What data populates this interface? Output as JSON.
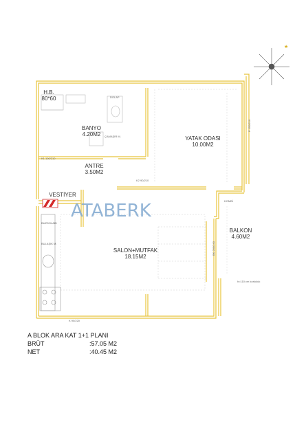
{
  "brand": {
    "logo_text": "ATABERK"
  },
  "rooms": {
    "hb": {
      "name": "H.B.",
      "size": "80*60"
    },
    "banyo": {
      "name": "BANYO",
      "area": "4.20M2"
    },
    "yatak": {
      "name": "YATAK ODASI",
      "area": "10.00M2"
    },
    "antre": {
      "name": "ANTRE",
      "area": "3.50M2"
    },
    "vestiyer": {
      "name": "VESTİYER"
    },
    "salon": {
      "name": "SALON+MUTFAK",
      "area": "18.15M2"
    },
    "balkon": {
      "name": "BALKON",
      "area": "4.60M2"
    }
  },
  "notes": {
    "dolap": "DOLAP",
    "camasir": "ÇAMAŞIR M.",
    "kapi_banyo": "K1 100/210",
    "kapi_yatak": "K2 90/210",
    "pencere_yatak": "P 150/210",
    "kombi": "KOMBİ",
    "buzdolabi": "BUZDOLABI",
    "bulasik": "BULAŞIK M.",
    "balkon_kapi": "BK 200/240",
    "korkuluk": "h=110 cm korkuluk",
    "kapi_giris": "K 90/220"
  },
  "summary": {
    "title": "A BLOK ARA KAT 1+1 PLANI",
    "rows": [
      {
        "label": "BRÜT",
        "value": ":57.05 M2"
      },
      {
        "label": "NET",
        "value": ":40.45 M2"
      }
    ]
  },
  "colors": {
    "wall": "#e8c43c",
    "line": "#c9c9c9",
    "door": "#d42a2a",
    "logo": "#7fa8cf"
  }
}
